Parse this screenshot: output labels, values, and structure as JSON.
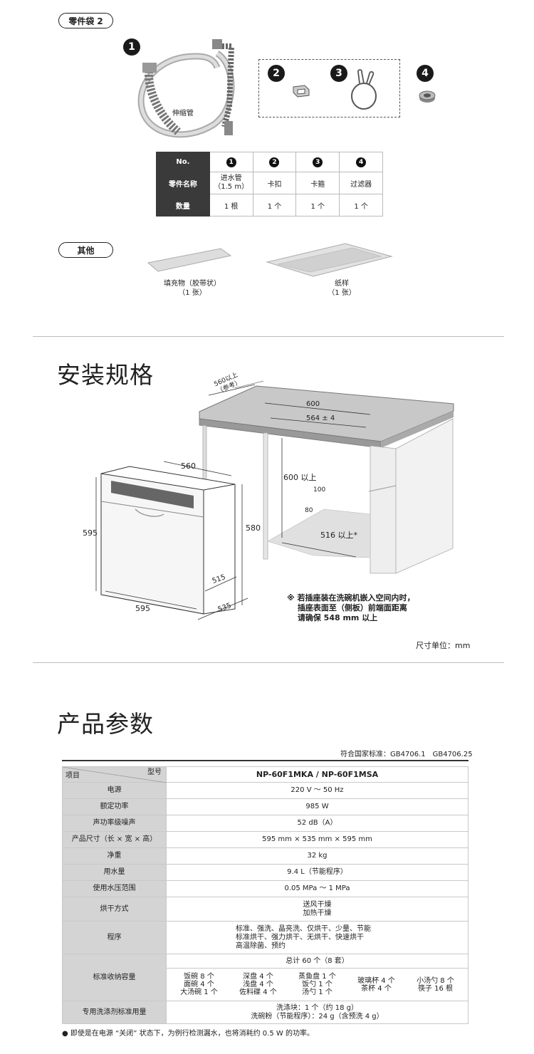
{
  "parts_bag": {
    "label": "零件袋 2",
    "hose_label": "伸缩管",
    "numbers": [
      "1",
      "2",
      "3",
      "4"
    ],
    "table": {
      "headers": [
        "No.",
        "1",
        "2",
        "3",
        "4"
      ],
      "row_name_label": "零件名称",
      "names": [
        "进水管\n（1.5 m）",
        "卡扣",
        "卡箍",
        "过滤器"
      ],
      "row_qty_label": "数量",
      "qty": [
        "1 根",
        "1 个",
        "1 个",
        "1 个"
      ]
    }
  },
  "others": {
    "label": "其他",
    "item1": "填充物（胶带状）\n（1 张）",
    "item2": "纸样\n（1 张）"
  },
  "install": {
    "title": "安装规格",
    "dims": {
      "d560ref": "560以上\n（参考）",
      "d600top": "600",
      "d564": "564 ± 4",
      "d600h": "600 以上",
      "d100": "100",
      "d80": "80",
      "d516": "516 以上*",
      "d580": "580",
      "d560": "560",
      "d595left": "595",
      "d595bottom": "595",
      "d515": "515",
      "d535": "535"
    },
    "note": "※ 若插座装在洗碗机嵌入空间内时，\n　 插座表面至（侧板）前端面距离\n　 请确保 548 mm 以上",
    "unit": "尺寸单位：mm"
  },
  "specs": {
    "title": "产品参数",
    "standard": "符合国家标准：GB4706.1　GB4706.25",
    "head_item": "项目",
    "head_model_label": "型号",
    "model": "NP-60F1MKA / NP-60F1MSA",
    "rows": [
      {
        "label": "电源",
        "value": "220 V ～ 50 Hz"
      },
      {
        "label": "额定功率",
        "value": "985 W"
      },
      {
        "label": "声功率级噪声",
        "value": "52 dB（A）"
      },
      {
        "label": "产品尺寸（长 × 宽 × 高）",
        "value": "595 mm × 535 mm × 595 mm"
      },
      {
        "label": "净重",
        "value": "32 kg"
      },
      {
        "label": "用水量",
        "value": "9.4 L（节能程序）"
      },
      {
        "label": "使用水压范围",
        "value": "0.05 MPa ～ 1 MPa"
      }
    ],
    "dry_label": "烘干方式",
    "dry_value": "送风干燥\n加热干燥",
    "program_label": "程序",
    "program_value": "标准、强洗、晶亮洗、仅烘干、少量、节能\n标准烘干、强力烘干、无烘干、快速烘干\n高温除菌、预约",
    "capacity_label": "标准收纳容量",
    "capacity_total": "总计 60 个（8 套）",
    "capacity_groups": [
      "饭碗 8 个\n面碗 4 个\n大汤碗 1 个",
      "深盘 4 个\n浅盘 4 个\n佐料碟 4 个",
      "蒸鱼盘 1 个\n饭勺 1 个\n汤勺 1 个",
      "玻璃杯 4 个\n茶杯 4 个",
      "小汤勺 8 个\n筷子 16 根"
    ],
    "detergent_label": "专用洗涤剂标准用量",
    "detergent_value": "洗涤块：1 个（约 18 g）\n洗碗粉（节能程序）：24 g（含预洗 4 g）",
    "footnote": "● 即使是在电源 “关闭” 状态下，为例行检测漏水，也将消耗约 0.5 W 的功率。"
  }
}
